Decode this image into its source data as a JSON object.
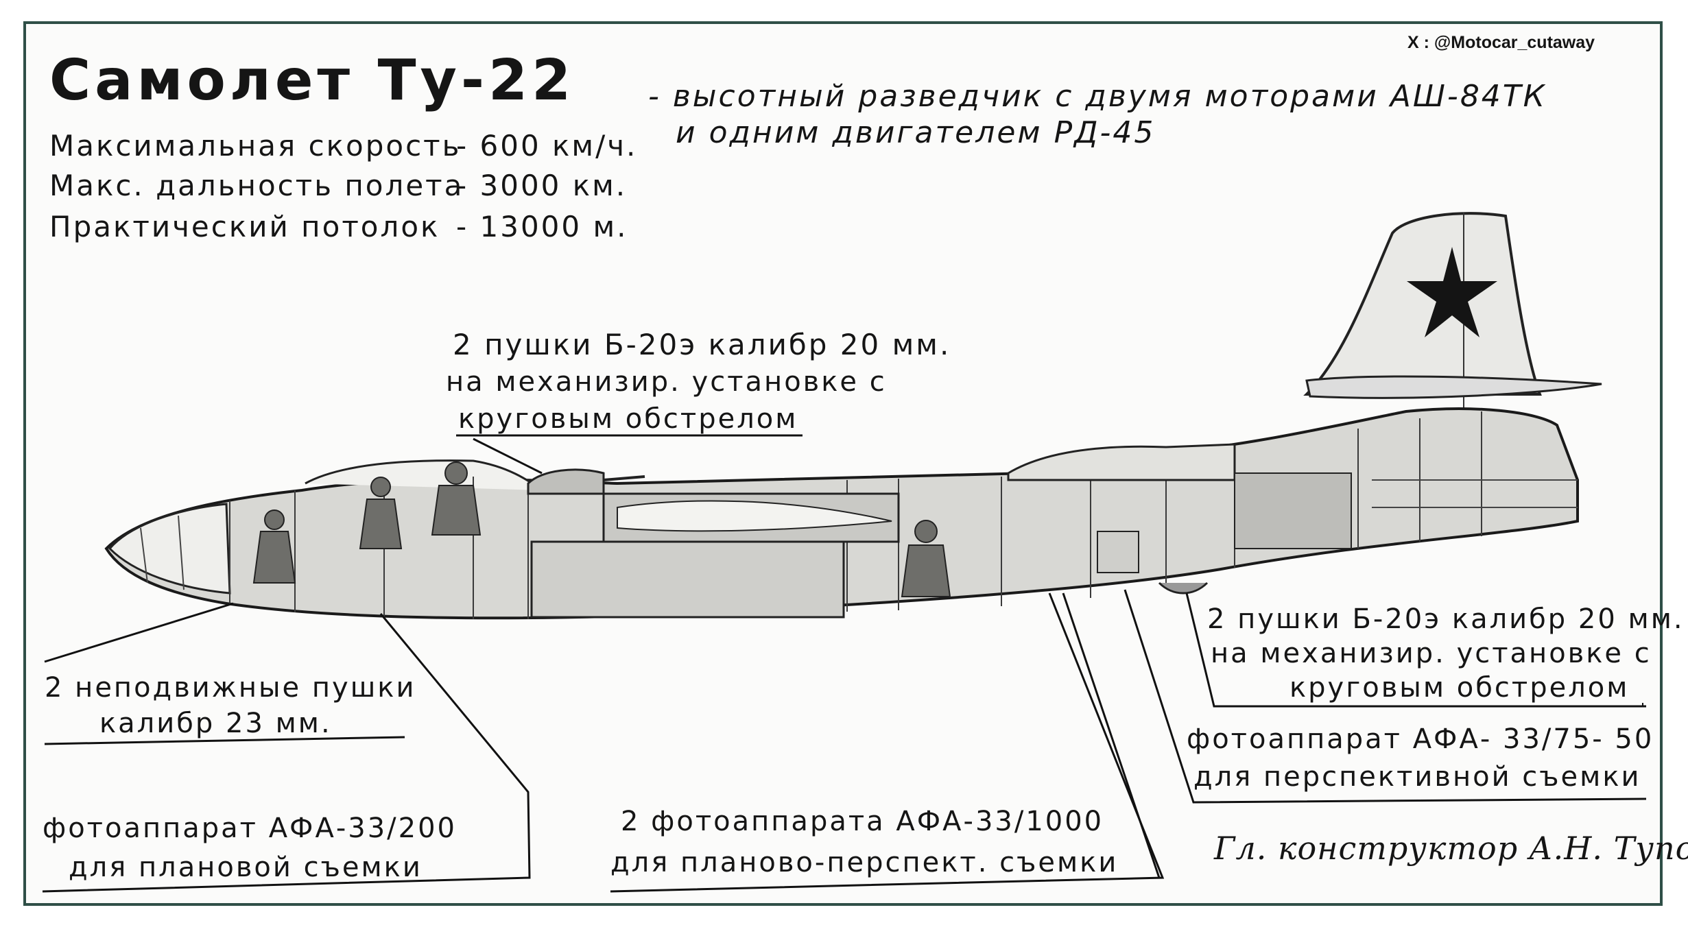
{
  "credit": "X : @Motocar_cutaway",
  "title": "Самолет Ту-22",
  "subtitle": {
    "line1": "- высотный разведчик с двумя моторами АШ-84ТК",
    "line2": "и одним двигателем РД-45"
  },
  "specs": [
    {
      "label": "Максимальная скорость",
      "value": "- 600 км/ч."
    },
    {
      "label": "Макс. дальность полета",
      "value": "- 3000 км."
    },
    {
      "label": "Практический потолок",
      "value": "- 13000 м."
    }
  ],
  "callouts": {
    "top_guns": {
      "line1": "2 пушки Б-20э калибр 20 мм.",
      "line2": "на механизир. установке с",
      "line3": "круговым обстрелом"
    },
    "rear_guns": {
      "line1": "2 пушки Б-20э калибр 20 мм.",
      "line2": "на механизир. установке с",
      "line3": "круговым обстрелом"
    },
    "fixed_guns": {
      "line1": "2 неподвижные пушки",
      "line2": "калибр 23 мм."
    },
    "camera_vertical": {
      "line1": "фотоаппарат АФА-33/200",
      "line2": "для плановой съемки"
    },
    "cameras_oblique": {
      "line1": "2 фотоаппарата АФА-33/1000",
      "line2": "для планово-перспект. съемки"
    },
    "camera_perspective": {
      "line1": "фотоаппарат АФА- 33/75- 50",
      "line2": "для перспективной съемки"
    }
  },
  "designer": "Гл. конструктор А.Н. Туполев",
  "colors": {
    "frame": "#2f4f47",
    "ink": "#151515",
    "paper": "#fbfbfa"
  }
}
